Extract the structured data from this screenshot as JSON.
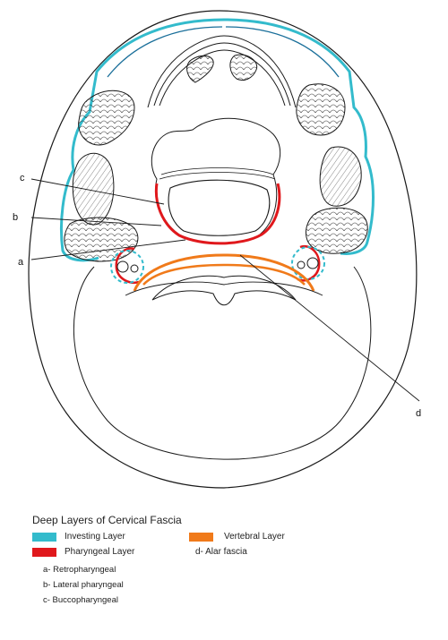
{
  "diagram": {
    "labels": {
      "a": "a",
      "b": "b",
      "c": "c",
      "d": "d"
    }
  },
  "legend": {
    "title": "Deep Layers of Cervical Fascia",
    "items": [
      {
        "label": "Investing Layer",
        "color": "#33bbcc"
      },
      {
        "label": "Pharyngeal Layer",
        "color": "#e0181c"
      },
      {
        "label": "Vertebral Layer",
        "color": "#f07a1a"
      }
    ],
    "alar": "d- Alar fascia",
    "keys": [
      "a- Retropharyngeal",
      "b- Lateral pharyngeal",
      "c- Buccopharyngeal"
    ]
  },
  "colors": {
    "investing": "#33bbcc",
    "investing_dark": "#1a6f9a",
    "pharyngeal": "#e0181c",
    "vertebral": "#f07a1a",
    "line": "#1a1a1a"
  }
}
